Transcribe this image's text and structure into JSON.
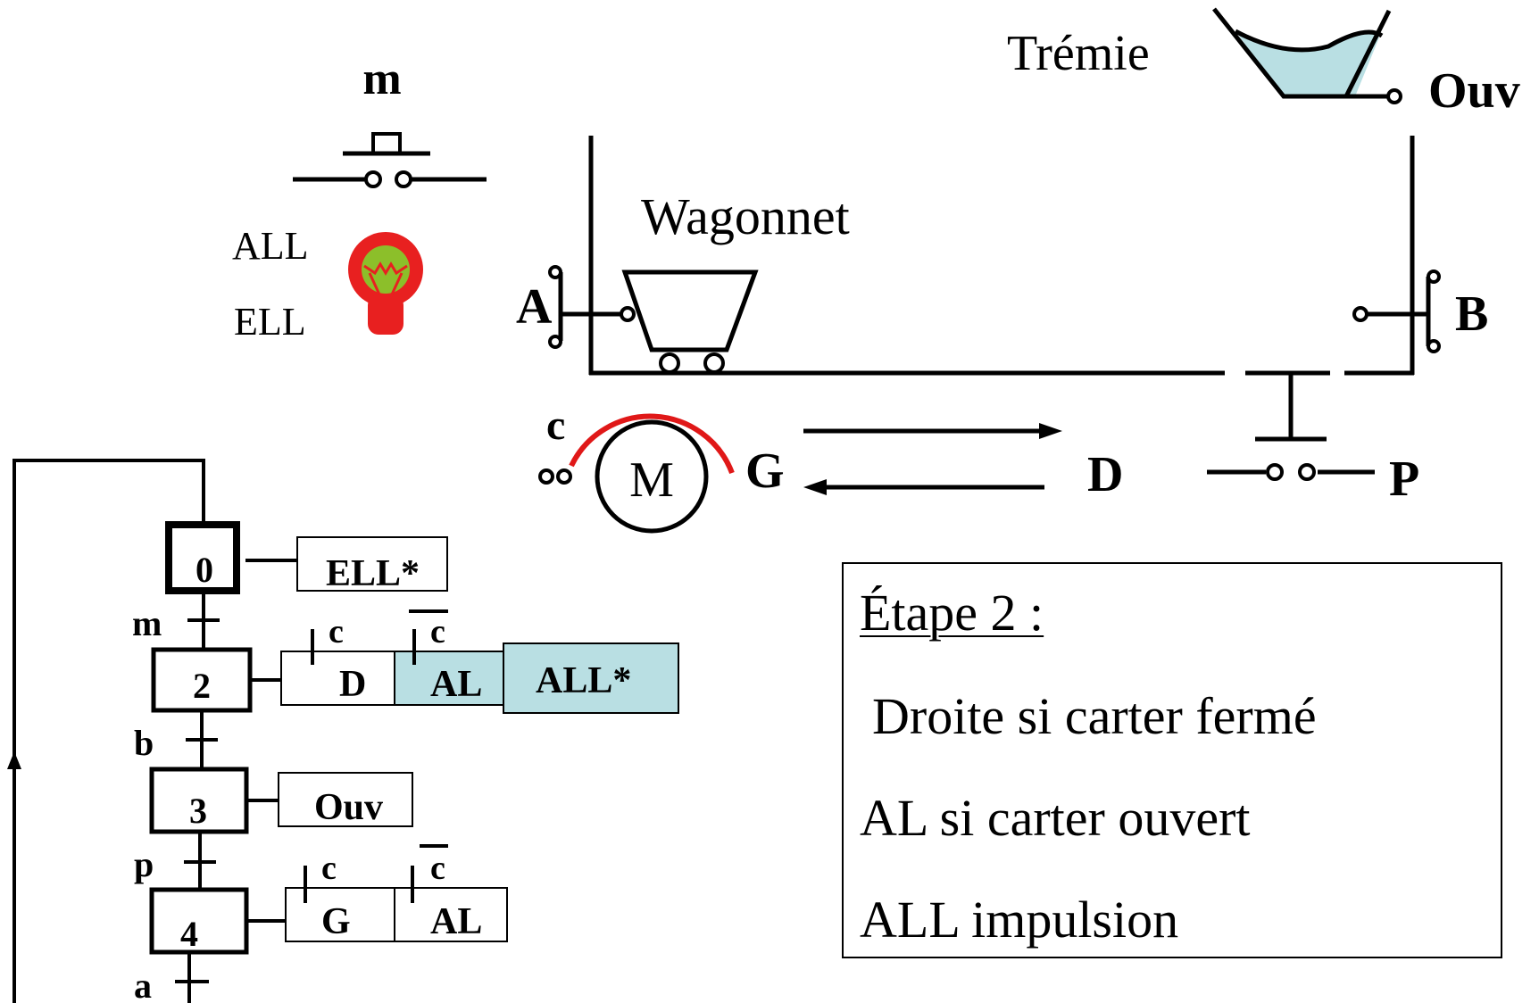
{
  "labels": {
    "m_button": "m",
    "all": "ALL",
    "ell": "ELL",
    "tremie": "Trémie",
    "ouv": "Ouv",
    "wagonnet": "Wagonnet",
    "A": "A",
    "B": "B",
    "c": "c",
    "M": "M",
    "G": "G",
    "D": "D",
    "P": "P"
  },
  "grafcet": {
    "steps": [
      {
        "number": "0",
        "initial": true
      },
      {
        "number": "2",
        "initial": false
      },
      {
        "number": "3",
        "initial": false
      },
      {
        "number": "4",
        "initial": false
      }
    ],
    "transitions": [
      "m",
      "b",
      "p",
      "a"
    ],
    "actions": {
      "step0": {
        "action": "ELL*"
      },
      "step2": {
        "cond1": "c",
        "action1": "D",
        "cond2": "c",
        "action2": "AL",
        "action3": "ALL*"
      },
      "step3": {
        "action": "Ouv"
      },
      "step4": {
        "cond1": "c",
        "action1": "G",
        "cond2": "c",
        "action2": "AL"
      }
    }
  },
  "note": {
    "title": "Étape 2 :",
    "line1": "Droite si carter fermé",
    "line2": "AL si carter ouvert",
    "line3": "ALL impulsion"
  },
  "colors": {
    "highlight": "#b9dfe3",
    "lamp_red": "#e82020",
    "lamp_green": "#8cbf2a",
    "carter_red": "#e01818",
    "hopper_water": "#b9dfe3"
  }
}
